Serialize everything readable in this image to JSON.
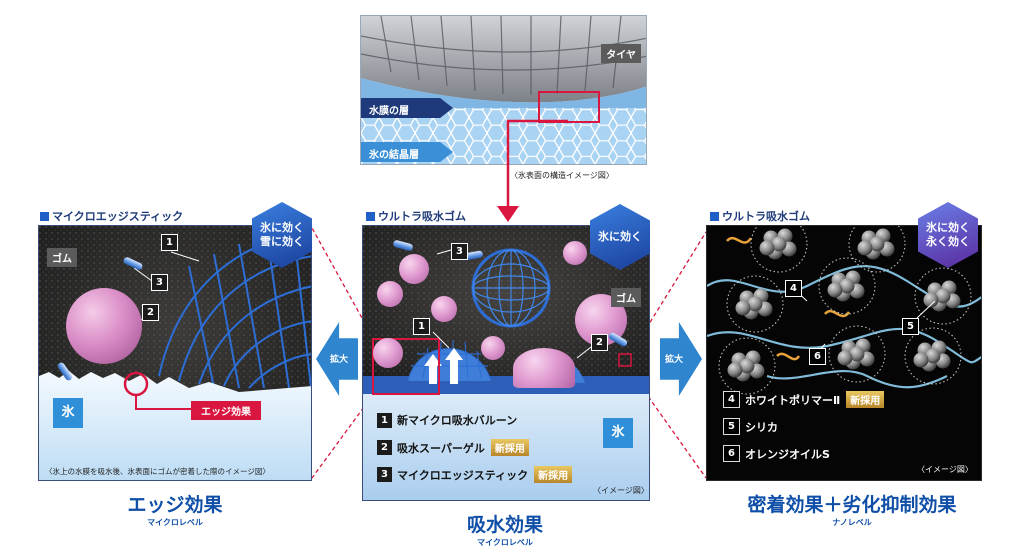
{
  "top_panel": {
    "tire_label": "タイヤ",
    "water_layer_label": "水膜の層",
    "ice_layer_label": "氷の結晶層",
    "caption": "〈氷表面の構造イメージ図〉"
  },
  "left_panel": {
    "heading": "マイクロエッジスティック",
    "rubber_label": "ゴム",
    "badge": "氷に効く\n雪に効く",
    "ice_label": "氷",
    "edge_label": "エッジ効果",
    "numbers": [
      "1",
      "2",
      "3"
    ],
    "caption": "〈氷上の水膜を吸水後、氷表面にゴムが密着した際のイメージ図〉",
    "title": "エッジ効果",
    "subtitle": "マイクロレベル",
    "zoom_label": "拡大"
  },
  "center_panel": {
    "heading": "ウルトラ吸水ゴム",
    "badge": "氷に効く",
    "rubber_label": "ゴム",
    "ice_label": "氷",
    "numbers": [
      "1",
      "2",
      "3"
    ],
    "list": [
      {
        "num": "1",
        "text": "新マイクロ吸水バルーン",
        "badge": ""
      },
      {
        "num": "2",
        "text": "吸水スーパーゲル",
        "badge": "新採用"
      },
      {
        "num": "3",
        "text": "マイクロエッジスティック",
        "badge": "新採用"
      }
    ],
    "caption": "〈イメージ図〉",
    "title": "吸水効果",
    "subtitle": "マイクロレベル"
  },
  "right_panel": {
    "heading": "ウルトラ吸水ゴム",
    "badge": "氷に効く\n永く効く",
    "numbers": [
      "4",
      "5",
      "6"
    ],
    "list": [
      {
        "num": "4",
        "text": "ホワイトポリマーⅡ",
        "badge": "新採用"
      },
      {
        "num": "5",
        "text": "シリカ",
        "badge": ""
      },
      {
        "num": "6",
        "text": "オレンジオイルS",
        "badge": ""
      }
    ],
    "caption": "〈イメージ図〉",
    "title": "密着効果＋劣化抑制効果",
    "subtitle": "ナノレベル",
    "zoom_label": "拡大"
  },
  "colors": {
    "navy": "#1f3a7a",
    "accent_blue": "#0f4fa8",
    "red": "#d8163f",
    "ice_blue": "#2f8fd8",
    "gold": "#c99a3a"
  },
  "icons": [
    "hexagon-badge",
    "zoom-arrow",
    "down-arrow",
    "number-tag"
  ]
}
